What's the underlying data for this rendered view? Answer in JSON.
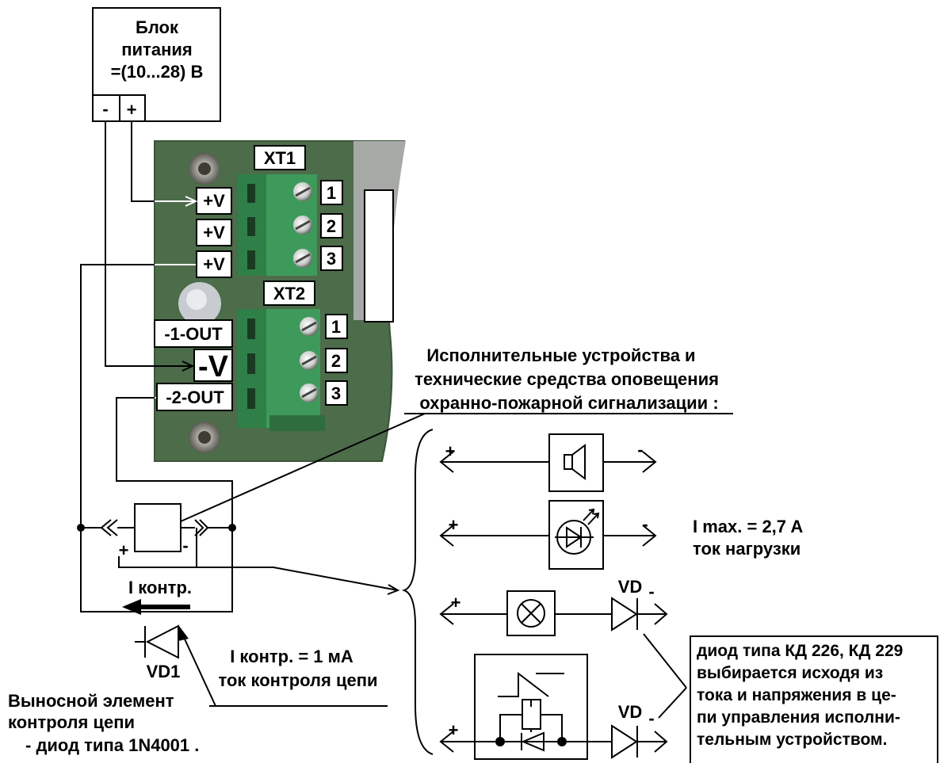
{
  "power_supply": {
    "lines": [
      "Блок",
      "питания",
      "=(10...28) В"
    ],
    "minus": "-",
    "plus": "+"
  },
  "connectors": {
    "xt1": "XT1",
    "xt2": "XT2",
    "xt1_pins": [
      "1",
      "2",
      "3"
    ],
    "xt2_pins": [
      "1",
      "2",
      "3"
    ],
    "xt1_labels": [
      "+V",
      "+V",
      "+V"
    ],
    "xt2_labels": [
      "-1-OUT",
      "-V",
      "-2-OUT"
    ]
  },
  "devices_title": [
    "Исполнительные устройства и",
    "технические средства оповещения",
    "охранно-пожарной сигнализации :"
  ],
  "polarity": {
    "plus": "+",
    "minus": "-"
  },
  "load_current": [
    "I max. = 2,7 A",
    "ток нагрузки"
  ],
  "diode_vd": "VD",
  "diode_vd1": "VD1",
  "control_current_arrow": "I контр.",
  "control_current_note": [
    "I контр. = 1 мА",
    "ток контроля цепи"
  ],
  "remote_element": [
    "Выносной элемент",
    "контроля цепи",
    "- диод типа 1N4001 ."
  ],
  "diode_note": [
    "диод типа КД 226, КД 229",
    "выбирается исходя из",
    "тока и напряжения в це-",
    "пи управления исполни-",
    "тельным устройством."
  ],
  "colors": {
    "board": "#4a6a48",
    "terminal": "#3f9a5c",
    "terminal_dark": "#2c7a44",
    "screw": "#d8dcd8",
    "metal": "#a9aba9"
  }
}
